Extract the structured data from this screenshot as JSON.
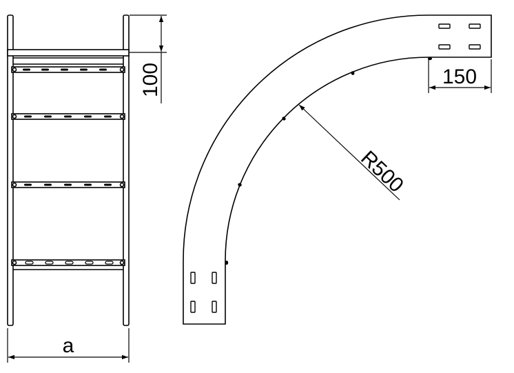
{
  "drawing": {
    "stroke_color": "#000000",
    "background": "#ffffff",
    "labels": {
      "width": "a",
      "height": "100",
      "flange": "150",
      "radius": "R500"
    }
  }
}
